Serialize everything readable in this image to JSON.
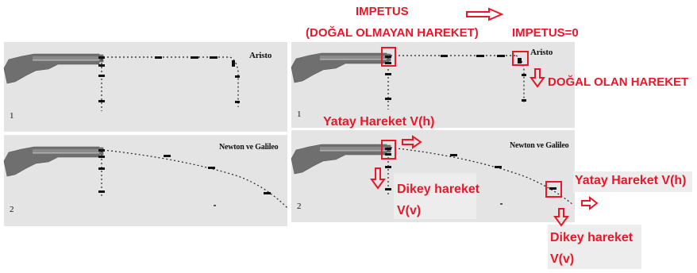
{
  "panels": {
    "aristo_left": {
      "number": "1",
      "title": "Aristo"
    },
    "galileo_left": {
      "number": "2",
      "title": "Newton ve Galileo"
    },
    "aristo_right": {
      "number": "1",
      "title": "Aristo"
    },
    "galileo_right": {
      "number": "2",
      "title": "Newton ve Galileo"
    }
  },
  "annotations": {
    "impetus": "IMPETUS",
    "dogal_olmayan": "(DOĞAL OLMAYAN HAREKET)",
    "impetus_zero": "IMPETUS=0",
    "dogal_olan": "DOĞAL OLAN HAREKET",
    "yatay_1": "Yatay Hareket V(h)",
    "dikey_1_line1": "Dikey hareket",
    "dikey_1_line2": "V(v)",
    "yatay_2": "Yatay Hareket V(h)",
    "dikey_2_line1": "Dikey hareket",
    "dikey_2_line2": "V(v)"
  },
  "colors": {
    "annotation": "#e8182a",
    "panel_bg": "#e4e4e4",
    "gun": "#6e6e6e"
  }
}
